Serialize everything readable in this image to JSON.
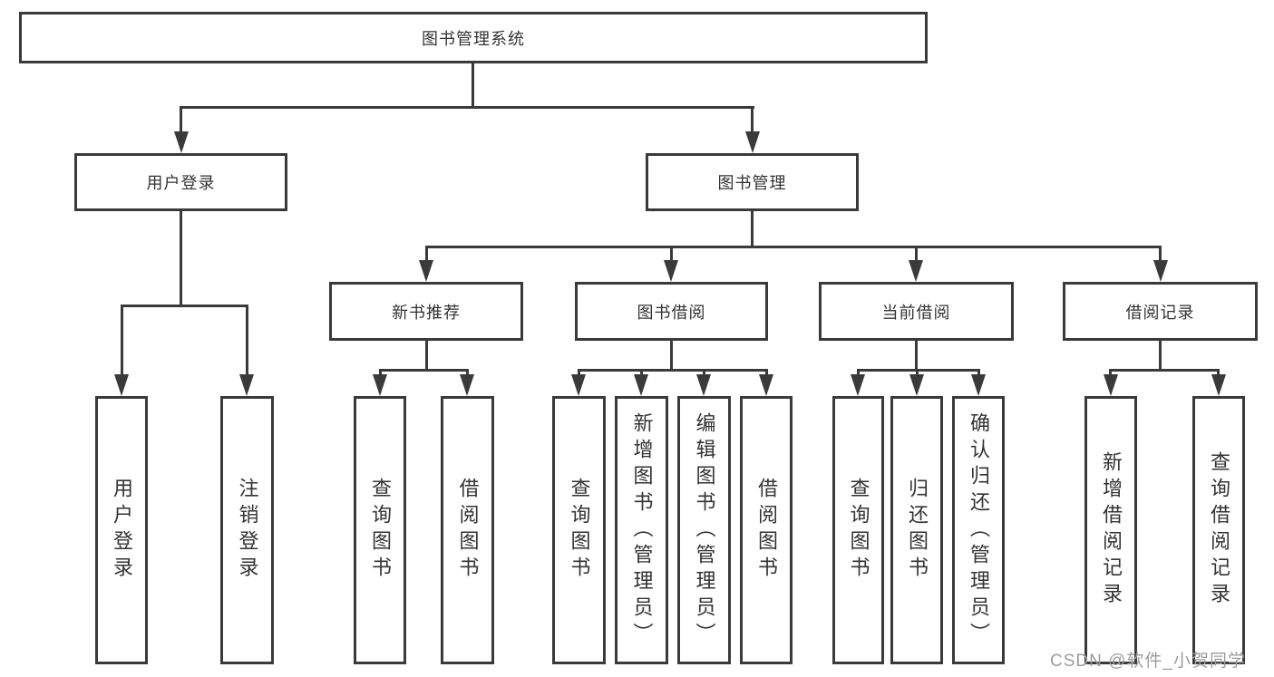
{
  "diagram": {
    "colors": {
      "line": "#3a3a3a",
      "text": "#333333",
      "background": "#ffffff",
      "watermark": "#9c9c9c"
    },
    "level1": {
      "label": "图书管理系统"
    },
    "level2": [
      {
        "label": "用户登录",
        "parent": "图书管理系统"
      },
      {
        "label": "图书管理",
        "parent": "图书管理系统"
      }
    ],
    "level3": [
      {
        "label": "新书推荐",
        "parent": "图书管理"
      },
      {
        "label": "图书借阅",
        "parent": "图书管理"
      },
      {
        "label": "当前借阅",
        "parent": "图书管理"
      },
      {
        "label": "借阅记录",
        "parent": "图书管理"
      }
    ],
    "level4": [
      {
        "label": "用户登录",
        "parent": "用户登录"
      },
      {
        "label": "注销登录",
        "parent": "用户登录"
      },
      {
        "label": "查询图书",
        "parent": "新书推荐"
      },
      {
        "label": "借阅图书",
        "parent": "新书推荐"
      },
      {
        "label": "查询图书",
        "parent": "图书借阅"
      },
      {
        "label": "新增图书（管理员）",
        "parent": "图书借阅"
      },
      {
        "label": "编辑图书（管理员）",
        "parent": "图书借阅"
      },
      {
        "label": "借阅图书",
        "parent": "图书借阅"
      },
      {
        "label": "查询图书",
        "parent": "当前借阅"
      },
      {
        "label": "归还图书",
        "parent": "当前借阅"
      },
      {
        "label": "确认归还（管理员）",
        "parent": "当前借阅"
      },
      {
        "label": "新增借阅记录",
        "parent": "借阅记录"
      },
      {
        "label": "查询借阅记录",
        "parent": "借阅记录"
      }
    ]
  },
  "watermark": {
    "text": "CSDN @软件_小贺同学"
  }
}
